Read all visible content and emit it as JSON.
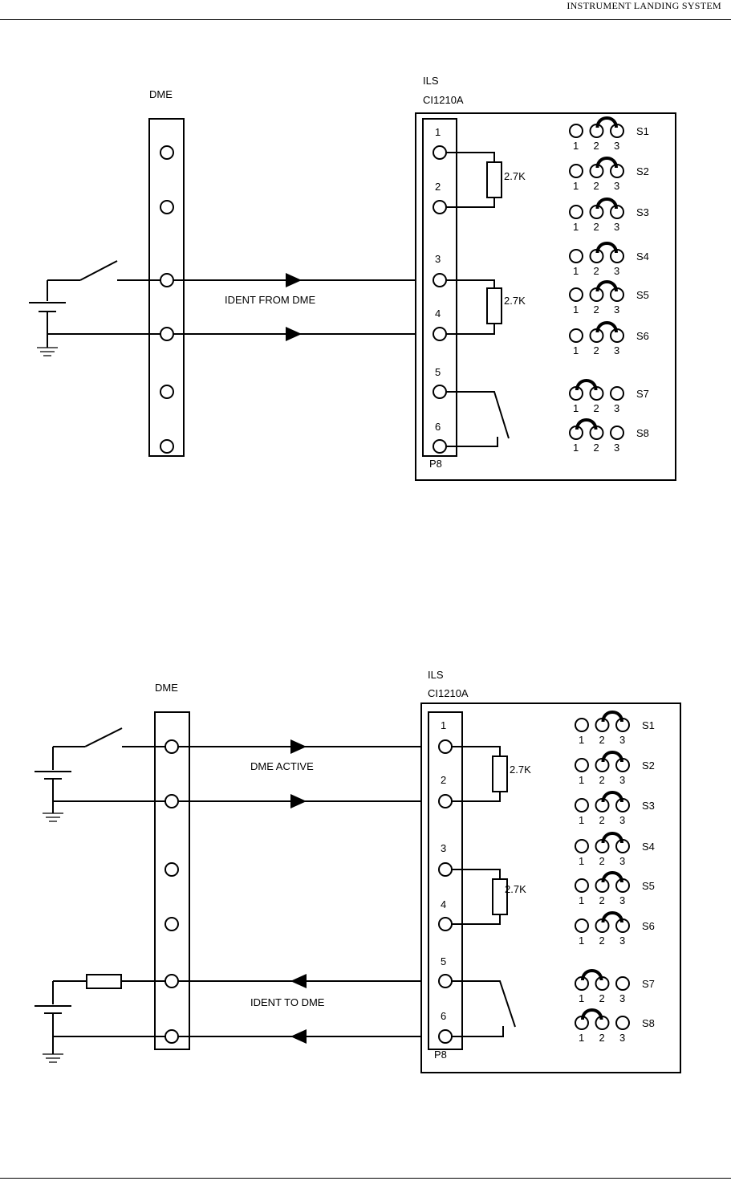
{
  "header": {
    "title": "INSTRUMENT LANDING SYSTEM"
  },
  "diagrams": [
    {
      "dme_label": "DME",
      "ils_label": "ILS",
      "ils_model": "CI1210A",
      "connector": "P8",
      "pins": [
        "1",
        "2",
        "3",
        "4",
        "5",
        "6"
      ],
      "resistor_1": "2.7K",
      "resistor_2": "2.7K",
      "signal_label": "IDENT FROM DME",
      "switches": [
        {
          "name": "S1",
          "jumper": "2-3"
        },
        {
          "name": "S2",
          "jumper": "2-3"
        },
        {
          "name": "S3",
          "jumper": "2-3"
        },
        {
          "name": "S4",
          "jumper": "2-3"
        },
        {
          "name": "S5",
          "jumper": "2-3"
        },
        {
          "name": "S6",
          "jumper": "2-3"
        },
        {
          "name": "S7",
          "jumper": "1-2"
        },
        {
          "name": "S8",
          "jumper": "1-2"
        }
      ],
      "switch_pins": [
        "1",
        "2",
        "3"
      ]
    },
    {
      "dme_label": "DME",
      "ils_label": "ILS",
      "ils_model": "CI1210A",
      "connector": "P8",
      "pins": [
        "1",
        "2",
        "3",
        "4",
        "5",
        "6"
      ],
      "resistor_1": "2.7K",
      "resistor_2": "2.7K",
      "signal_label_1": "DME ACTIVE",
      "signal_label_2": "IDENT TO DME",
      "switches": [
        {
          "name": "S1",
          "jumper": "2-3"
        },
        {
          "name": "S2",
          "jumper": "2-3"
        },
        {
          "name": "S3",
          "jumper": "2-3"
        },
        {
          "name": "S4",
          "jumper": "2-3"
        },
        {
          "name": "S5",
          "jumper": "2-3"
        },
        {
          "name": "S6",
          "jumper": "2-3"
        },
        {
          "name": "S7",
          "jumper": "1-2"
        },
        {
          "name": "S8",
          "jumper": "1-2"
        }
      ],
      "switch_pins": [
        "1",
        "2",
        "3"
      ]
    }
  ]
}
